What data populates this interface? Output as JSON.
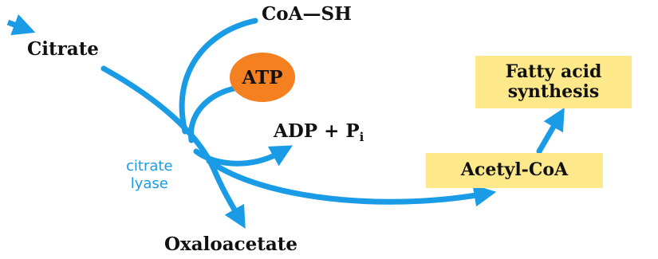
{
  "labels": {
    "citrate": "Citrate",
    "coa_sh": "CoA—SH",
    "atp": "ATP",
    "adp": "ADP + P",
    "adp_sub": "i",
    "enzyme_line1": "citrate",
    "enzyme_line2": "lyase",
    "acetyl_coa": "Acetyl-CoA",
    "fatty_acid_line1": "Fatty acid",
    "fatty_acid_line2": "synthesis",
    "oxaloacetate": "Oxaloacetate"
  },
  "colors": {
    "arrow": "#1a9be6",
    "atp_circle": "#f4801f",
    "box_fill": "#fde98a"
  }
}
